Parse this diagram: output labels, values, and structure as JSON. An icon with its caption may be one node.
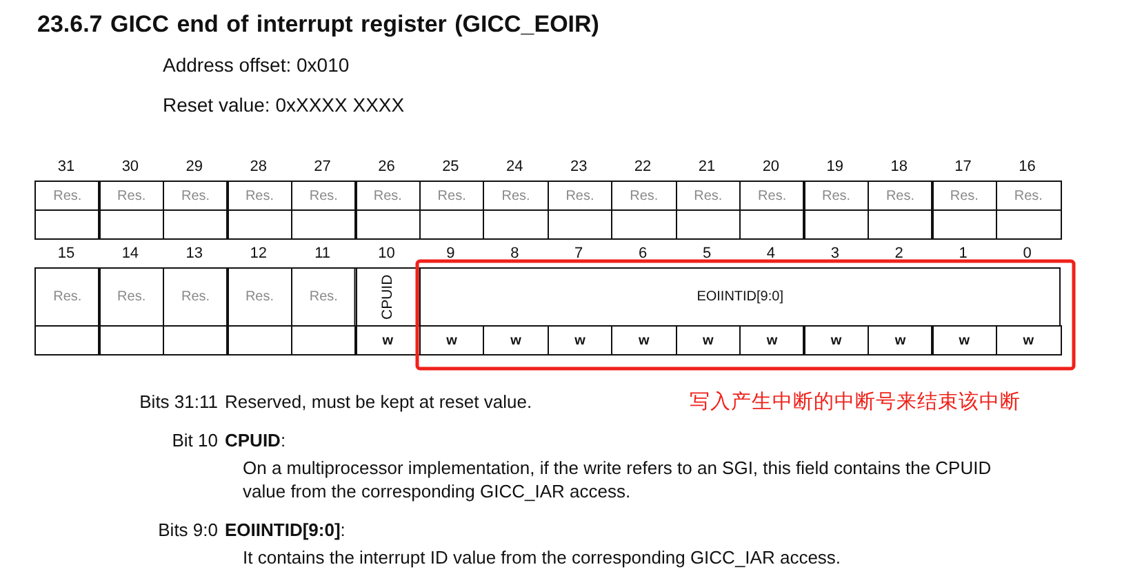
{
  "diagram": {
    "title": "23.6.7 GICC end of interrupt register (GICC_EOIR)",
    "labels": [
      "Address offset: 0x010",
      "Reset value: 0xXXXX XXXX",
      "31",
      "30",
      "29",
      "28",
      "27",
      "26",
      "25",
      "24",
      "23",
      "22",
      "21",
      "20",
      "19",
      "18",
      "17",
      "16",
      "Res.",
      "Res.",
      "Res.",
      "Res.",
      "Res.",
      "Res.",
      "Res.",
      "Res.",
      "Res.",
      "Res.",
      "Res.",
      "Res.",
      "Res.",
      "Res.",
      "Res.",
      "Res.",
      "15",
      "14",
      "13",
      "12",
      "11",
      "10",
      "9",
      "8",
      "7",
      "6",
      "5",
      "4",
      "3",
      "2",
      "1",
      "0",
      "Res.",
      "Res.",
      "Res.",
      "Res.",
      "Res.",
      "CPUID",
      "EOIINTID[9:0]",
      "w",
      "w",
      "w",
      "w",
      "w",
      "w",
      "w",
      "w",
      "w",
      "w",
      "w",
      "Bits 31:11",
      "Reserved, must be kept at reset value.",
      "写入产生中断的中断号来结束该中断",
      "Bit 10",
      "**CPUID**:",
      "On a multiprocessor implementation, if the write refers to an SGI, this field contains the CPUID value from the corresponding GICC_IAR access.",
      "Bits 9:0",
      "**EOIINTID[9:0]**:",
      "It contains the interrupt ID value from the corresponding GICC_IAR access."
    ]
  }
}
